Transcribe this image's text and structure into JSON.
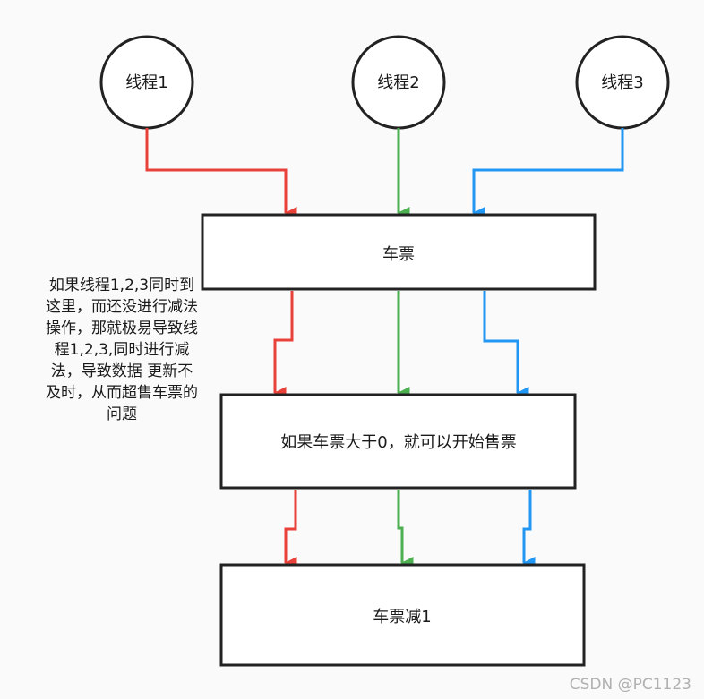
{
  "threads": [
    {
      "label": "线程1",
      "color": "#e8413a"
    },
    {
      "label": "线程2",
      "color": "#4caf50"
    },
    {
      "label": "线程3",
      "color": "#2196f3"
    }
  ],
  "boxes": {
    "ticket": "车票",
    "check": "如果车票大于0，就可以开始售票",
    "decrement": "车票减1"
  },
  "annotation": {
    "lines": [
      "如果线程1,2,3同时到",
      "这里，而还没进行减法",
      "操作，那就极易导致线",
      "程1,2,3,同时进行减",
      "法，导致数据 更新不",
      "及时，从而超售车票的",
      "问题"
    ]
  },
  "watermark": "CSDN @PC1123"
}
